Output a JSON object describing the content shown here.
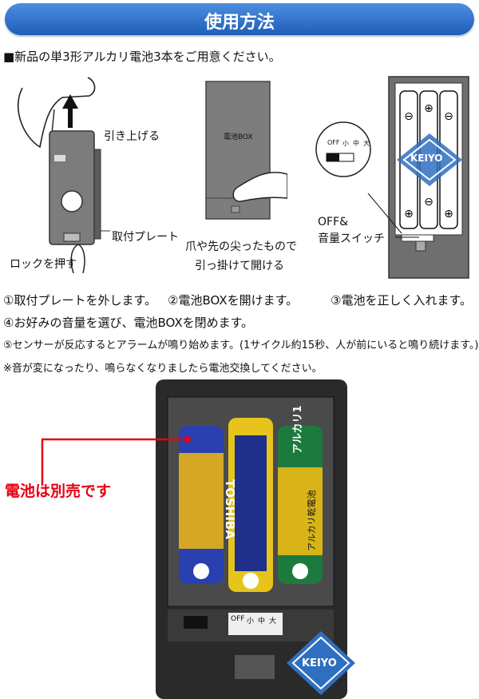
{
  "header": {
    "title": "使用方法"
  },
  "intro": "■新品の単3形アルカリ電池3本をご用意ください。",
  "panel1": {
    "pull_label": "引き上げる",
    "plate_label": "取付プレート",
    "lock_label": "ロックを押す"
  },
  "panel2": {
    "box_label": "電池BOX",
    "hint_line1": "爪や先の尖ったもので",
    "hint_line2": "引っ掛けて開ける"
  },
  "panel3": {
    "switch_off": "OFF",
    "switch_small": "小",
    "switch_mid": "中",
    "switch_large": "大",
    "switch_label_line1": "OFF&",
    "switch_label_line2": "音量スイッチ",
    "logo_text": "KEIYO"
  },
  "steps": [
    "①取付プレートを外します。",
    "②電池BOXを開けます。",
    "③電池を正しく入れます。",
    "④お好みの音量を選び、電池BOXを閉めます。",
    "⑤センサーが反応するとアラームが鳴り始めます。(1サイクル約15秒、人が前にいると鳴り続けます。)"
  ],
  "warning": "※音が変になったり、鳴らなくなりましたら電池交換してください。",
  "photo": {
    "battery_brand": "TOSHIBA",
    "battery_type": "アルカリ1",
    "battery_type2": "アルカリ乾電池",
    "switch_off": "OFF",
    "switch_small": "小",
    "switch_mid": "中",
    "switch_large": "大",
    "logo_text": "KEIYO"
  },
  "sold_separately": "電池は別売です",
  "colors": {
    "header_top": "#4d8ee0",
    "header_bottom": "#1f5db8",
    "red": "#e60012",
    "logo": "#2f6fc0"
  }
}
